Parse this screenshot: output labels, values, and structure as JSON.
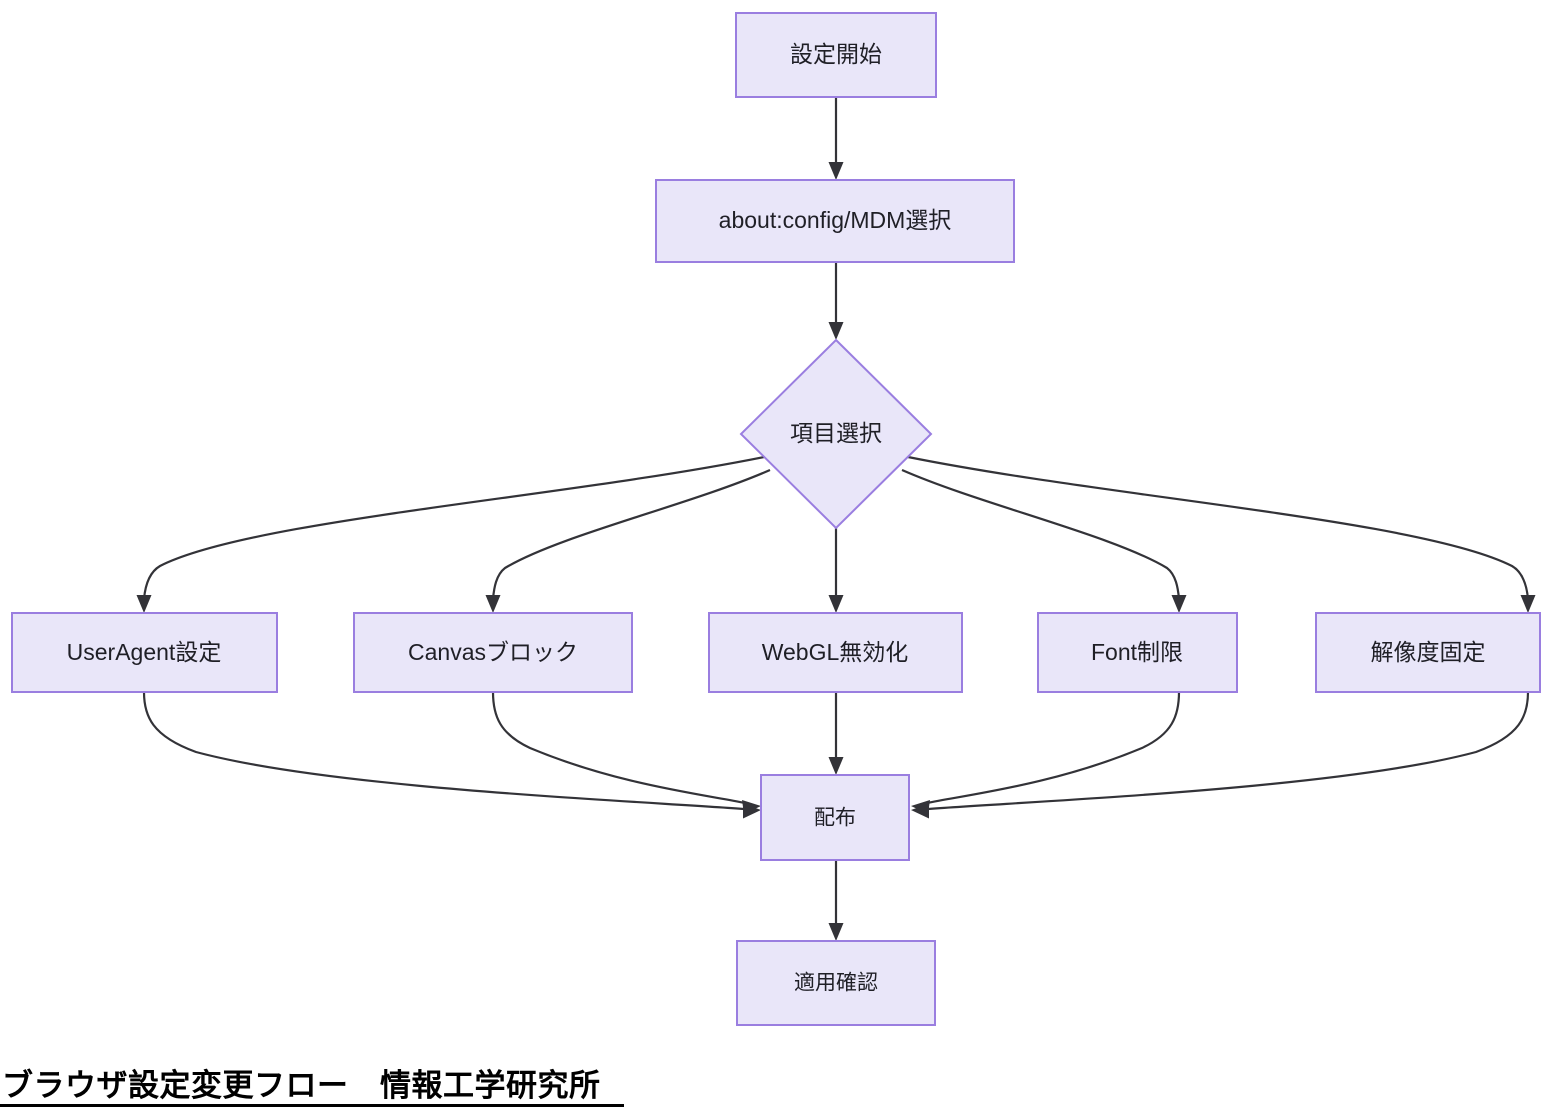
{
  "diagram": {
    "type": "flowchart",
    "orientation": "top-to-bottom",
    "title": "ブラウザ設定変更フロー",
    "caption": "ブラウザ設定変更フロー　情報工学研究所",
    "organization": "情報工学研究所",
    "colors": {
      "node_fill": "#e9e6f9",
      "node_stroke": "#9a7ee0",
      "edge_stroke": "#333338",
      "label_text": "#1f1f26",
      "background": "#ffffff",
      "caption_text": "#000000"
    },
    "nodes": [
      {
        "id": "start",
        "label": "設定開始",
        "shape": "rect"
      },
      {
        "id": "method",
        "label": "about:config/MDM選択",
        "shape": "rect"
      },
      {
        "id": "choose",
        "label": "項目選択",
        "shape": "diamond"
      },
      {
        "id": "useragent",
        "label": "UserAgent設定",
        "shape": "rect"
      },
      {
        "id": "canvas",
        "label": "Canvasブロック",
        "shape": "rect"
      },
      {
        "id": "webgl",
        "label": "WebGL無効化",
        "shape": "rect"
      },
      {
        "id": "font",
        "label": "Font制限",
        "shape": "rect"
      },
      {
        "id": "resolution",
        "label": "解像度固定",
        "shape": "rect"
      },
      {
        "id": "deploy",
        "label": "配布",
        "shape": "rect"
      },
      {
        "id": "verify",
        "label": "適用確認",
        "shape": "rect"
      }
    ],
    "edges": [
      {
        "from": "start",
        "to": "method",
        "label": ""
      },
      {
        "from": "method",
        "to": "choose",
        "label": ""
      },
      {
        "from": "choose",
        "to": "useragent",
        "label": ""
      },
      {
        "from": "choose",
        "to": "canvas",
        "label": ""
      },
      {
        "from": "choose",
        "to": "webgl",
        "label": ""
      },
      {
        "from": "choose",
        "to": "font",
        "label": ""
      },
      {
        "from": "choose",
        "to": "resolution",
        "label": ""
      },
      {
        "from": "useragent",
        "to": "deploy",
        "label": ""
      },
      {
        "from": "canvas",
        "to": "deploy",
        "label": ""
      },
      {
        "from": "webgl",
        "to": "deploy",
        "label": ""
      },
      {
        "from": "font",
        "to": "deploy",
        "label": ""
      },
      {
        "from": "resolution",
        "to": "deploy",
        "label": ""
      },
      {
        "from": "deploy",
        "to": "verify",
        "label": ""
      }
    ]
  }
}
